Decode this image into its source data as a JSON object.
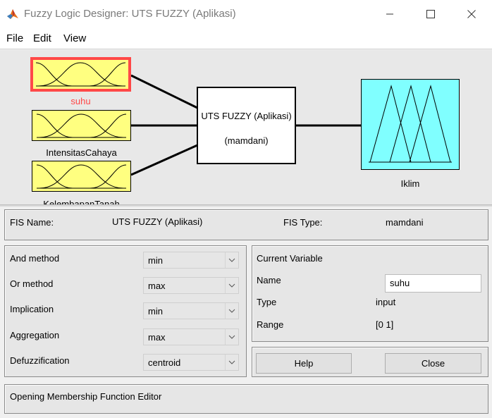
{
  "window": {
    "title": "Fuzzy Logic Designer: UTS FUZZY (Aplikasi)"
  },
  "menu": {
    "file": "File",
    "edit": "Edit",
    "view": "View"
  },
  "diagram": {
    "inputs": [
      {
        "label": "suhu",
        "selected": true,
        "label_color": "#ff4848"
      },
      {
        "label": "IntensitasCahaya",
        "selected": false
      },
      {
        "label": "KelembapanTanah",
        "selected": false
      }
    ],
    "system": {
      "name": "UTS FUZZY (Aplikasi)",
      "type": "(mamdani)"
    },
    "output": {
      "label": "Iklim"
    }
  },
  "fis_info": {
    "name_label": "FIS Name:",
    "name_value": "UTS FUZZY (Aplikasi)",
    "type_label": "FIS Type:",
    "type_value": "mamdani"
  },
  "methods": {
    "and": {
      "label": "And method",
      "value": "min"
    },
    "or": {
      "label": "Or method",
      "value": "max"
    },
    "implication": {
      "label": "Implication",
      "value": "min"
    },
    "aggregation": {
      "label": "Aggregation",
      "value": "max"
    },
    "defuzz": {
      "label": "Defuzzification",
      "value": "centroid"
    }
  },
  "current_variable": {
    "title": "Current Variable",
    "name_label": "Name",
    "name_value": "suhu",
    "type_label": "Type",
    "type_value": "input",
    "range_label": "Range",
    "range_value": "[0 1]"
  },
  "buttons": {
    "help": "Help",
    "close": "Close"
  },
  "status": "Opening Membership Function Editor",
  "colors": {
    "input_fill": "#ffff80",
    "output_fill": "#80ffff",
    "selected": "#ff4848"
  }
}
